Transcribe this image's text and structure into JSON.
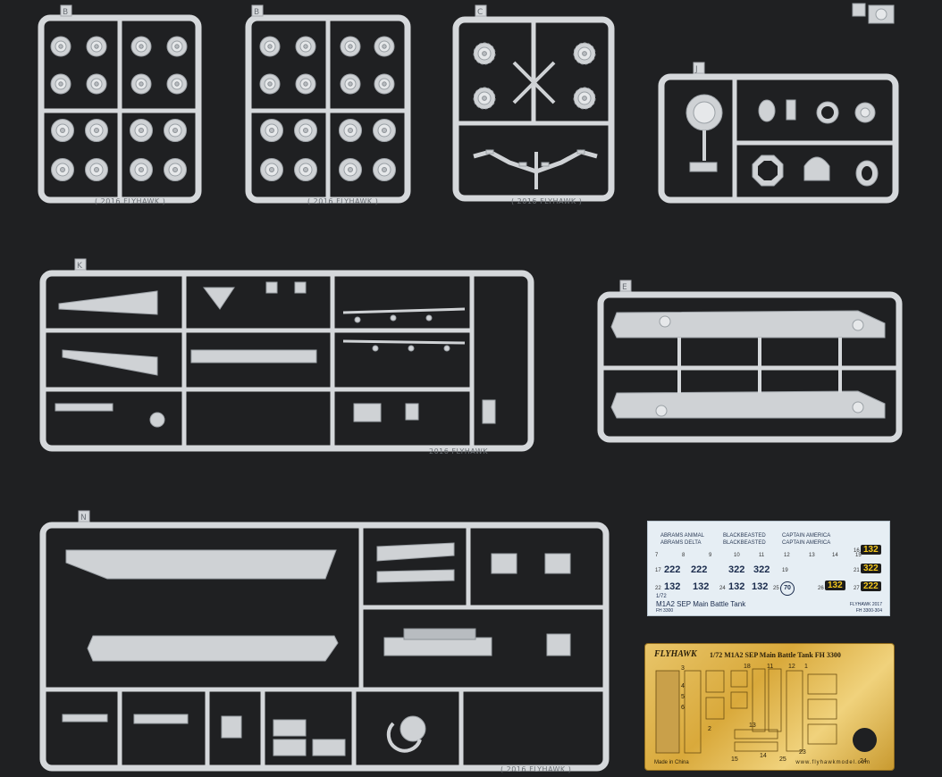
{
  "sprues": {
    "b1": {
      "letter": "B",
      "copyright": "( 2016 FLYHAWK )"
    },
    "b2": {
      "letter": "B",
      "copyright": "( 2016 FLYHAWK )"
    },
    "c": {
      "letter": "C",
      "copyright": "( 2016 FLYHAWK )"
    },
    "j": {
      "letter": "J"
    },
    "k": {
      "letter": "K",
      "copyright": "2016 FLYHAWK"
    },
    "e": {
      "letter": "E"
    },
    "n": {
      "letter": "N",
      "copyright": "( 2016 FLYHAWK )"
    }
  },
  "decal": {
    "codes_row1": [
      "ABRAMS ANIMAL",
      "BLACKBEASTED",
      "CAPTAIN AMERICA"
    ],
    "codes_row2": [
      "ABRAMS DELTA",
      "BLACKBEASTED",
      "CAPTAIN AMERICA"
    ],
    "numbers": {
      "r17a": "222",
      "r17b": "222",
      "r19a": "322",
      "r19b": "322",
      "r21": "322",
      "r27": "222",
      "r16": "132",
      "r22a": "132",
      "r22b": "132",
      "r24a": "132",
      "r24b": "132",
      "r26": "132",
      "circle": "70"
    },
    "indices": [
      "7",
      "8",
      "9",
      "10",
      "11",
      "12",
      "13",
      "14",
      "15",
      "16",
      "17",
      "19",
      "21",
      "22",
      "24",
      "25",
      "26",
      "27"
    ],
    "scale": "1/72",
    "title": "M1A2 SEP Main Battle Tank",
    "code1": "FH 3300",
    "brand": "FLYHAWK 2017",
    "code2": "FH 3300-304"
  },
  "pe": {
    "brand": "FLYHAWK",
    "title": "1/72 M1A2 SEP Main Battle Tank   FH 3300",
    "made": "Made in China",
    "web": "www.flyhawkmodel.com",
    "nums": [
      "3",
      "18",
      "11",
      "12",
      "1",
      "2",
      "13",
      "14",
      "15",
      "25",
      "23",
      "24",
      "4",
      "5",
      "6"
    ]
  }
}
